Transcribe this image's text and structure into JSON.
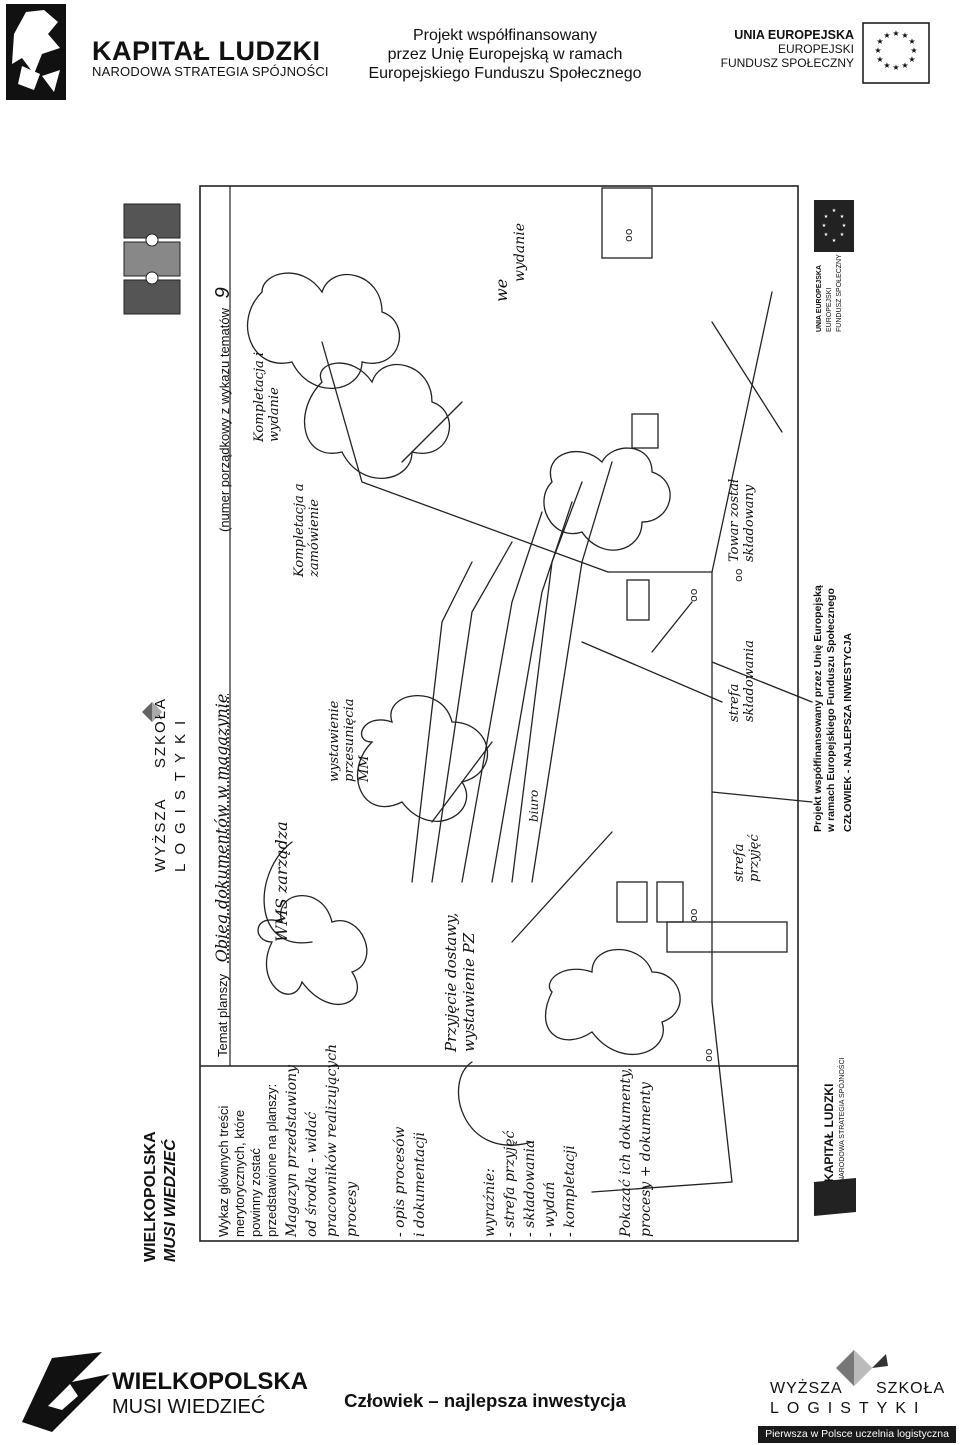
{
  "header": {
    "kapital_title": "KAPITAŁ LUDZKI",
    "kapital_subtitle": "NARODOWA STRATEGIA SPÓJNOŚCI",
    "project_line1": "Projekt współfinansowany",
    "project_line2": "przez Unię Europejską w ramach",
    "project_line3": "Europejskiego Funduszu Społecznego",
    "ue_line1": "UNIA EUROPEJSKA",
    "ue_line2": "EUROPEJSKI",
    "ue_line3": "FUNDUSZ SPOŁECZNY"
  },
  "form": {
    "topic_label": "Temat planszy",
    "topic_value": "Obieg dokumentów w magazynie",
    "number_label": "(numer porządkowy z wykazu tematów",
    "number_value": "9",
    "list_label_1": "Wykaz głównych treści",
    "list_label_2": "merytorycznych, które",
    "list_label_3": "powinny zostać",
    "list_label_4": "przedstawione na planszy:",
    "left_logo_title": "WIELKOPOLSKA",
    "left_logo_sub": "MUSI WIEDZIEĆ",
    "mid_logo_a": "WYŻSZA",
    "mid_logo_b": "SZKOŁA",
    "mid_logo_c": "LOGISTYKI",
    "right_proj_1": "Projekt współfinansowany przez Unię Europejską",
    "right_proj_2": "w ramach Europejskiego Funduszu Społecznego",
    "right_proj_3": "CZŁOWIEK - NAJLEPSZA INWESTYCJA",
    "right_kl_title": "KAPITAŁ LUDZKI",
    "right_kl_sub": "NARODOWA STRATEGIA SPÓJNOŚCI",
    "right_ue_1": "UNIA EUROPEJSKA",
    "right_ue_2": "EUROPEJSKI",
    "right_ue_3": "FUNDUSZ SPOŁECZNY"
  },
  "handwriting": {
    "list_items": [
      "Magazyn przedstawiony",
      "od środka - widać",
      "pracowników realizujących",
      "procesy",
      "- opis procesów",
      "i dokumentacji",
      "wyraźnie:",
      "- strefa przyjęć",
      "- składowania",
      "- wydań",
      "- kompletacji",
      "Pokazać ich dokumenty,",
      "procesy + dokumenty"
    ],
    "cloud_przyjecie": "Przyjęcie dostawy, wystawienie PZ",
    "cloud_wms": "WMS zarządza",
    "cloud_wyst": "wystawienie przesunięcia MM",
    "cloud_kompletacja": "Kompletacja a zamówienie",
    "cloud_wydanie": "Kompletacja i wydanie",
    "cloud_towar": "Towar został składowany",
    "label_biuro": "biuro",
    "label_strefa_przyjec": "strefa przyjęć",
    "label_strefa_skladowania": "strefa składowania",
    "label_we": "we",
    "label_wydanie": "wydanie"
  },
  "footer": {
    "wm_title": "WIELKOPOLSKA",
    "wm_sub": "MUSI WIEDZIEĆ",
    "slogan": "Człowiek – najlepsza inwestycja",
    "wsl_a": "WYŻSZA",
    "wsl_b": "SZKOŁA",
    "wsl_c": "LOGISTYKI",
    "wsl_bar": "Pierwsza w Polsce uczelnia logistyczna"
  }
}
